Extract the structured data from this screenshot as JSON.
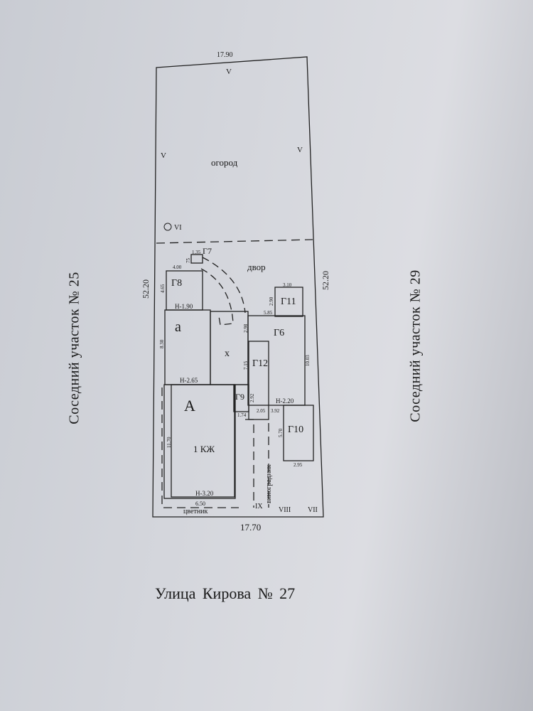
{
  "labels": {
    "left_neighbor": "Соседний участок № 25",
    "right_neighbor": "Соседний участок № 29",
    "street": "Улица Кирова №  27",
    "garden": "огород",
    "yard": "двор",
    "flowerbed": "цветник",
    "vineyard": "виноградник",
    "kitchen_area": "х",
    "main_house": "А",
    "main_house_type": "1 КЖ",
    "annex": "а",
    "roman_v": "V",
    "roman_vi": "VI",
    "roman_vii": "VII",
    "roman_viii": "VIII",
    "roman_ix": "IX",
    "g6": "Г6",
    "g7": "Г7",
    "g8": "Г8",
    "g9": "Г9",
    "g10": "Г10",
    "g11": "Г11",
    "g12": "Г12"
  },
  "dimensions": {
    "top": "17.90",
    "bottom": "17.70",
    "left": "52.20",
    "right": "52.20",
    "g7_w": "1.35",
    "g7_h": "75",
    "g8_w": "4.00",
    "g8_h": "4.65",
    "g8_height": "Н-1.90",
    "a_h": "8.30",
    "a_height": "Н-2.65",
    "g11_w": "3.10",
    "g11_h": "2.90",
    "g11_b": "5.85",
    "g6_left": "2.98",
    "g6_h": "10.03",
    "g6_height": "Н-2.20",
    "g12_h": "7.15",
    "g9_h": "2.92",
    "g9_w": "1.74",
    "g6_b1": "2.05",
    "g6_b2": "3.92",
    "g10_h": "5.70",
    "g10_w": "2.95",
    "A_h": "11.70",
    "A_w": "6.50",
    "A_height": "Н-3.20"
  }
}
